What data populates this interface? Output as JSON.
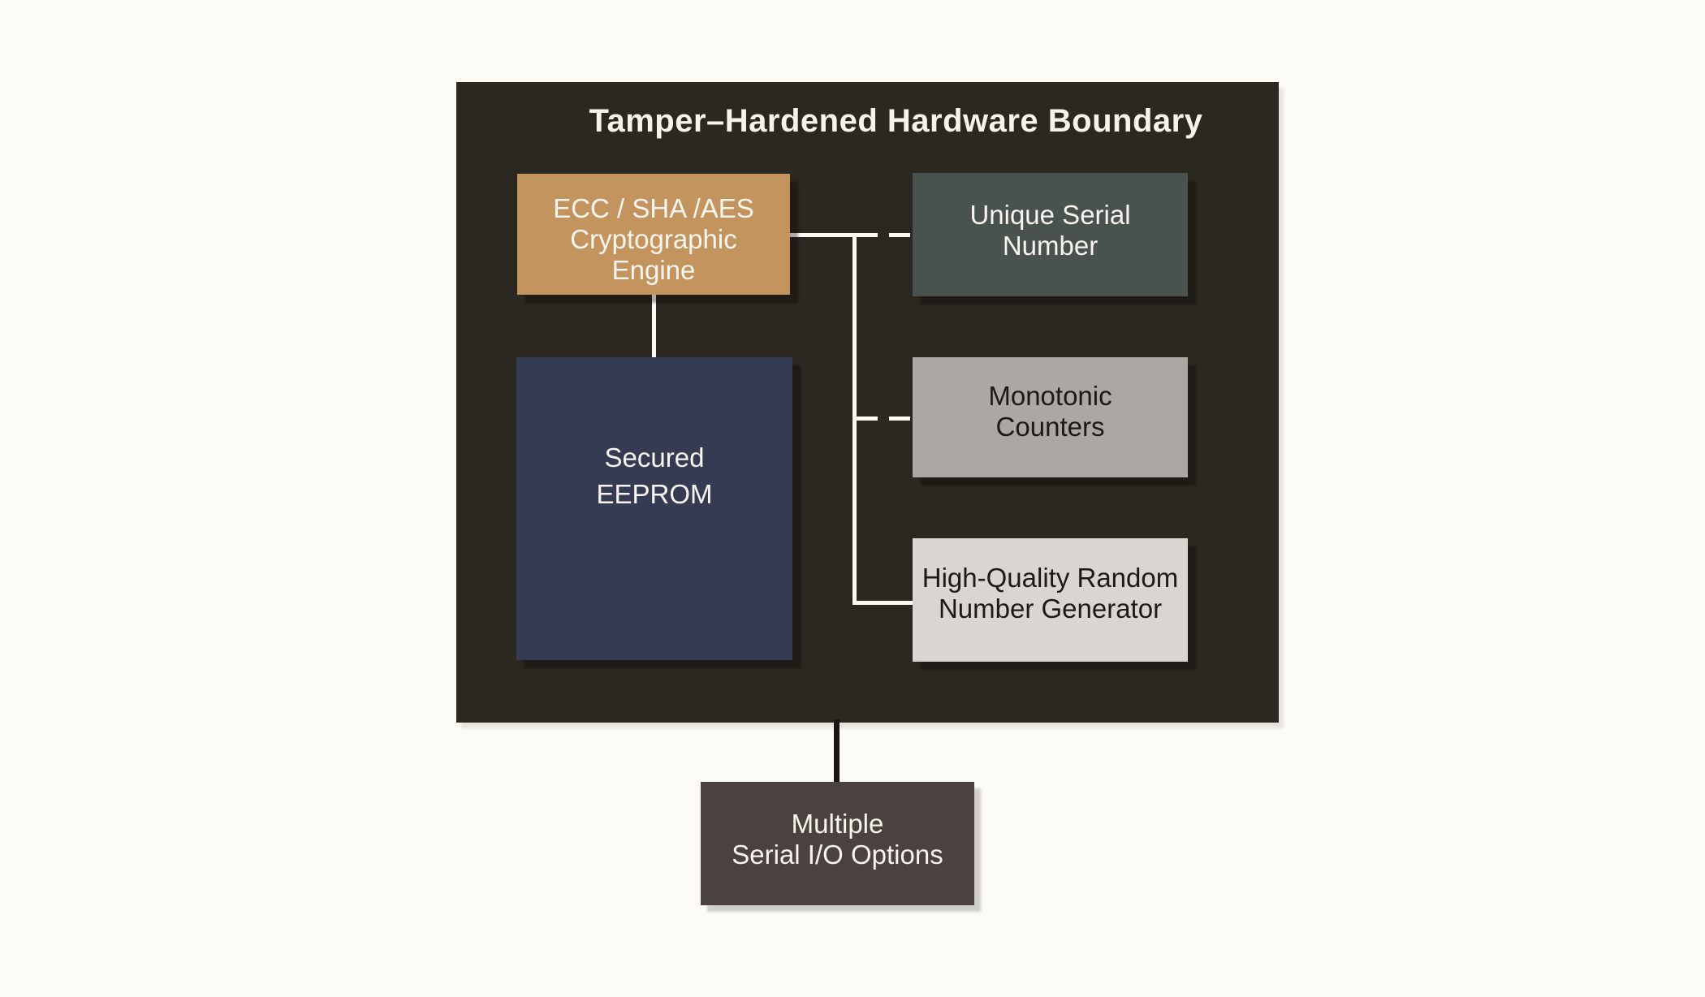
{
  "page": {
    "background": "#fcfbf6"
  },
  "diagram": {
    "boundary": {
      "title": "Tamper–Hardened Hardware Boundary",
      "fill": "#2b2721",
      "title_color": "#f6f3ed"
    },
    "nodes": {
      "crypto_engine": {
        "lines": [
          "ECC / SHA /AES",
          "Cryptographic",
          "Engine"
        ],
        "fill": "#c4945e",
        "text_color": "#f8f5ef"
      },
      "secured_eeprom": {
        "lines": [
          "Secured",
          "EEPROM"
        ],
        "fill": "#353b53",
        "text_color": "#f8f5ef"
      },
      "unique_serial_number": {
        "lines": [
          "Unique Serial",
          "Number"
        ],
        "fill": "#49524e",
        "text_color": "#f8f5ef"
      },
      "monotonic_counters": {
        "lines": [
          "Monotonic",
          "Counters"
        ],
        "fill": "#aca6a4",
        "text_color": "#1d1a16"
      },
      "random_number_generator": {
        "lines": [
          "High-Quality Random",
          "Number Generator"
        ],
        "fill": "#d8d5d2",
        "text_color": "#1d1a16"
      },
      "serial_io_options": {
        "lines": [
          "Multiple",
          "Serial I/O Options"
        ],
        "fill": "#4a423e",
        "text_color": "#f8f5ef"
      }
    },
    "connectors": {
      "white": "#fbf9f4",
      "black": "#191613",
      "edges": [
        {
          "from": "crypto_engine",
          "to": "secured_eeprom",
          "style": "solid"
        },
        {
          "from": "crypto_engine",
          "to": "unique_serial_number",
          "style": "dashed"
        },
        {
          "from": "crypto_engine",
          "to": "monotonic_counters",
          "style": "dashed"
        },
        {
          "from": "crypto_engine",
          "to": "random_number_generator",
          "style": "solid"
        },
        {
          "from": "boundary",
          "to": "serial_io_options",
          "style": "solid"
        }
      ]
    }
  }
}
